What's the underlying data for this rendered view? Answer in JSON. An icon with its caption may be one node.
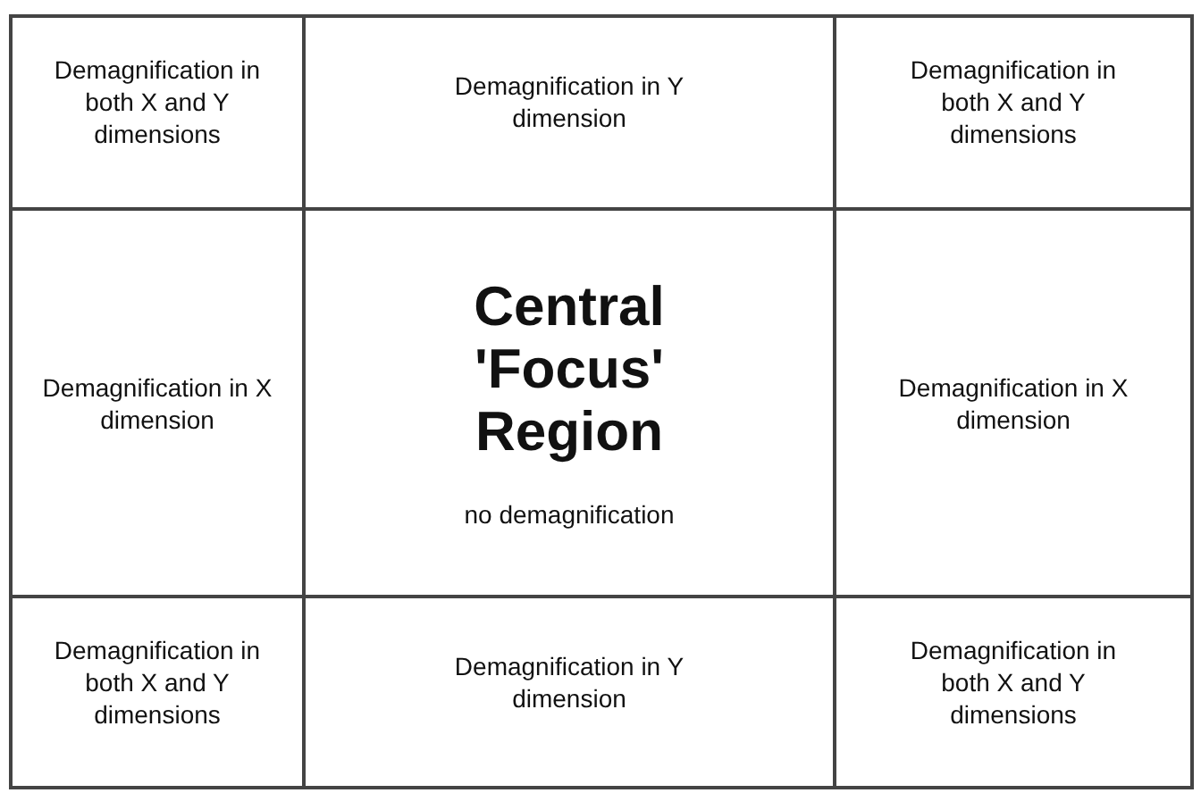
{
  "diagram": {
    "nodes": [
      {
        "text": [
          "Demagnification in both X and Y dimensions"
        ]
      },
      {
        "text": [
          "Demagnification in Y dimension"
        ]
      },
      {
        "text": [
          "Demagnification in both X and Y dimensions"
        ]
      },
      {
        "text": [
          "Demagnification in X dimension"
        ]
      },
      {
        "text": [
          "Central 'Focus' Region",
          "no demagnification"
        ]
      },
      {
        "text": [
          "Demagnification in X dimension"
        ]
      },
      {
        "text": [
          "Demagnification in both X and Y dimensions"
        ]
      },
      {
        "text": [
          "Demagnification in Y dimension"
        ]
      },
      {
        "text": [
          "Demagnification in both X and Y dimensions"
        ]
      }
    ]
  }
}
